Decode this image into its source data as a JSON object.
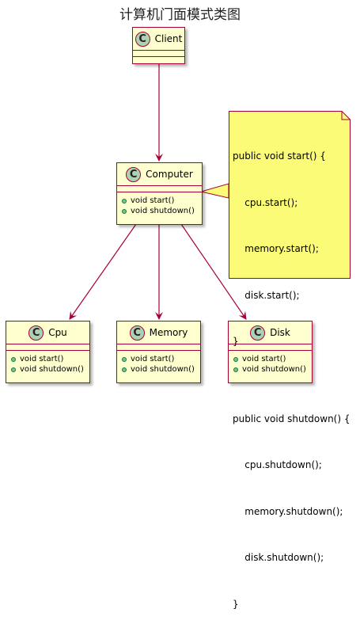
{
  "title": "计算机门面模式类图",
  "class_icon": "C",
  "classes": {
    "client": {
      "name": "Client"
    },
    "computer": {
      "name": "Computer",
      "methods": [
        "void start()",
        "void shutdown()"
      ]
    },
    "cpu": {
      "name": "Cpu",
      "methods": [
        "void start()",
        "void shutdown()"
      ]
    },
    "memory": {
      "name": "Memory",
      "methods": [
        "void start()",
        "void shutdown()"
      ]
    },
    "disk": {
      "name": "Disk",
      "methods": [
        "void start()",
        "void shutdown()"
      ]
    }
  },
  "note": {
    "lines": [
      "public void start() {",
      "    cpu.start();",
      "    memory.start();",
      "    disk.start();",
      "}",
      "",
      "public void shutdown() {",
      "    cpu.shutdown();",
      "    memory.shutdown();",
      "    disk.shutdown();",
      "}"
    ]
  },
  "colors": {
    "class_fill": "#fefece",
    "border": "#a80036",
    "class_icon_fill": "#add1b2",
    "method_dot": "#84be84",
    "note_fill": "#fbfb77"
  }
}
